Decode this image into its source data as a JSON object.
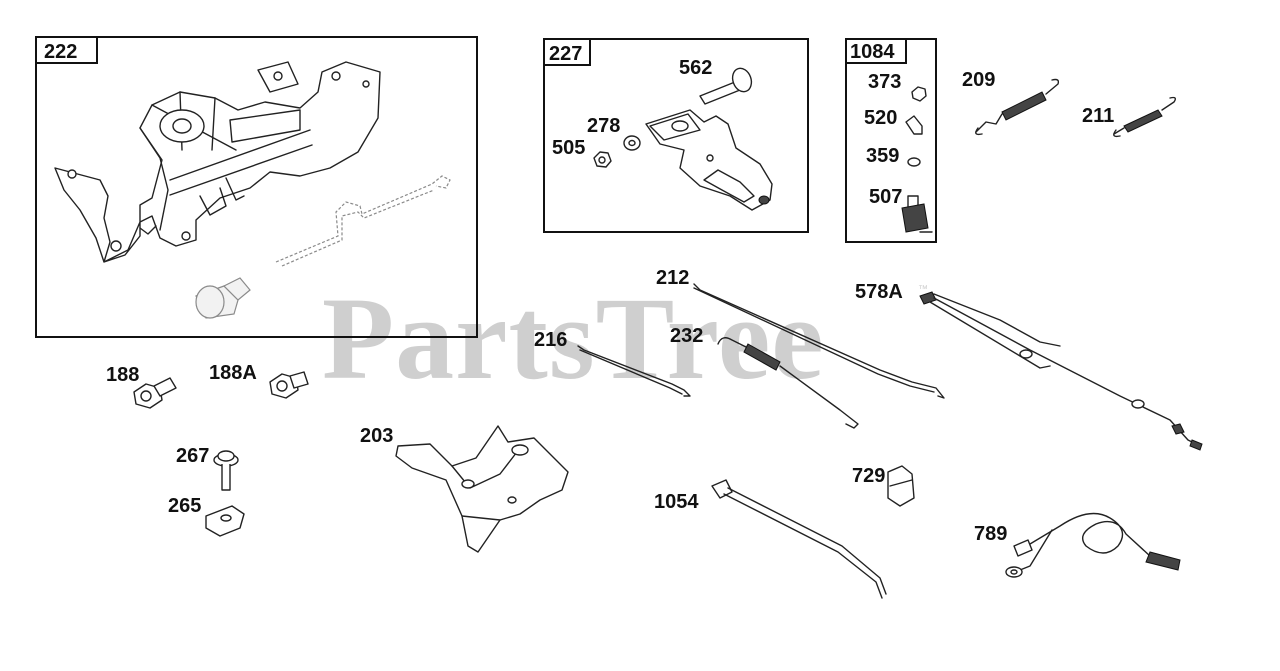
{
  "watermark": {
    "text": "PartsTree",
    "trademark": "™"
  },
  "kits": [
    {
      "id": "kit-222",
      "label": "222"
    },
    {
      "id": "kit-227",
      "label": "227"
    },
    {
      "id": "kit-1084",
      "label": "1084"
    }
  ],
  "parts": {
    "p562": "562",
    "p278": "278",
    "p505": "505",
    "p373": "373",
    "p520": "520",
    "p359": "359",
    "p507": "507",
    "p209": "209",
    "p211": "211",
    "p212": "212",
    "p578a": "578A",
    "p216": "216",
    "p232": "232",
    "p188": "188",
    "p188a": "188A",
    "p267": "267",
    "p265": "265",
    "p203": "203",
    "p729": "729",
    "p1054": "1054",
    "p789": "789"
  }
}
